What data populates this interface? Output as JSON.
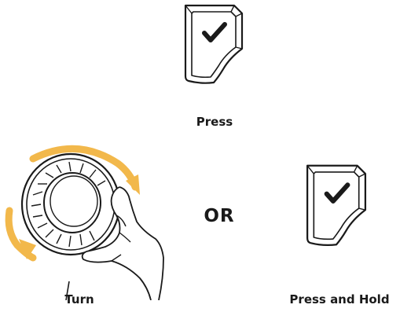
{
  "top_action": {
    "label": "Press",
    "key_icon": "checkmark-key-icon"
  },
  "left_action": {
    "label": "Turn",
    "knob_icon": "rotary-dial-with-hand-icon",
    "arrow_color": "#f2b84b"
  },
  "separator": {
    "label": "OR"
  },
  "right_action": {
    "label": "Press and Hold",
    "key_icon": "checkmark-key-icon"
  },
  "colors": {
    "ink": "#1a1a1a",
    "arrow": "#f2b84b",
    "background": "#ffffff"
  }
}
